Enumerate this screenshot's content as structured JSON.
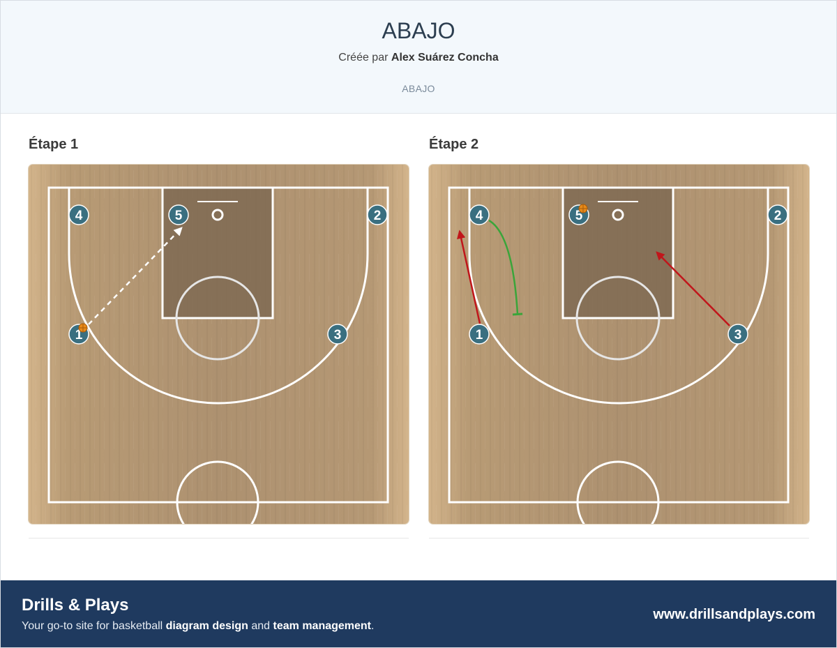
{
  "header": {
    "title": "ABAJO",
    "created_by_prefix": "Créée par",
    "author": "Alex Suárez Concha",
    "tag": "ABAJO"
  },
  "steps": [
    {
      "title": "Étape 1",
      "players": [
        {
          "num": "4",
          "ball": false
        },
        {
          "num": "5",
          "ball": false
        },
        {
          "num": "2",
          "ball": false
        },
        {
          "num": "1",
          "ball": true
        },
        {
          "num": "3",
          "ball": false
        }
      ],
      "actions": [
        {
          "type": "pass",
          "from": "1",
          "to": "5",
          "color": "#ffffff"
        }
      ]
    },
    {
      "title": "Étape 2",
      "players": [
        {
          "num": "4",
          "ball": false
        },
        {
          "num": "5",
          "ball": true
        },
        {
          "num": "2",
          "ball": false
        },
        {
          "num": "1",
          "ball": false
        },
        {
          "num": "3",
          "ball": false
        }
      ],
      "actions": [
        {
          "type": "cut",
          "player": "1",
          "color": "#c0161b"
        },
        {
          "type": "screen",
          "player": "4",
          "color": "#3aa53a"
        },
        {
          "type": "cut",
          "player": "3",
          "color": "#c0161b"
        }
      ]
    }
  ],
  "colors": {
    "player_fill": "#3a6f80",
    "court_wood": "#c9a97f",
    "paint": "#7f6a52",
    "footer_bg": "#1f3a5f"
  },
  "footer": {
    "brand": "Drills & Plays",
    "tagline_prefix": "Your go-to site for basketball",
    "tagline_bold1": "diagram design",
    "tagline_mid": "and",
    "tagline_bold2": "team management",
    "tagline_end": ".",
    "url": "www.drillsandplays.com"
  }
}
